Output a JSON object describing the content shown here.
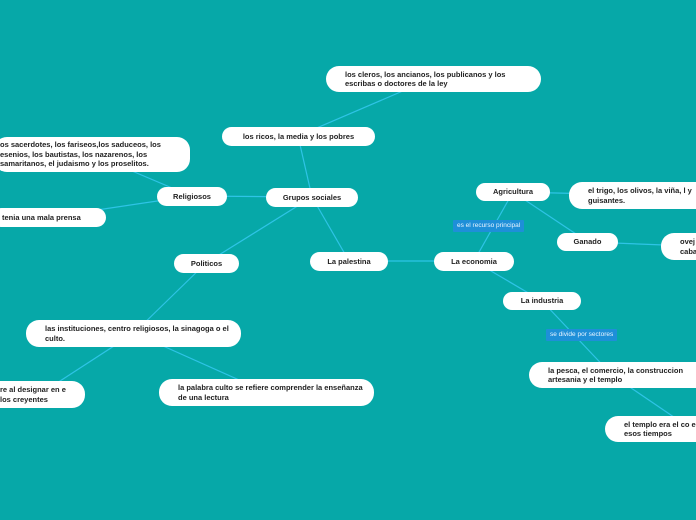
{
  "nodes": {
    "grupos_sociales": "Grupos sociales",
    "los_ricos": "los ricos, la media y los pobres",
    "los_cleros": "los cleros, los ancianos, los publicanos y los escribas o doctores de la ley",
    "religiosos": "Religiosos",
    "sacerdotes": "os sacerdotes, los fariseos,los saduceos, los esenios, los bautistas, los nazarenos, los samaritanos, el judaismo y los proselitos.",
    "mala_prensa": "tenia una mala prensa",
    "politicos": "Politicos",
    "instituciones": "las instituciones, centro religiosos, la sinagoga o el culto.",
    "designar": "re al designar en e los creyentes",
    "palabra_culto": "la palabra culto se refiere comprender la enseñanza de una lectura",
    "la_palestina": "La palestina",
    "la_economia": "La economia",
    "agricultura": "Agricultura",
    "trigo": "el trigo, los olivos, la viña, l y guisantes.",
    "ganado": "Ganado",
    "ovejas": "ovej caba",
    "la_industria": "La industria",
    "pesca": "la pesca, el comercio, la construccion artesania y el templo",
    "templo": "el templo era el co en esos tiempos"
  },
  "tags": {
    "recurso_principal": "es el recurso principal",
    "divide_sectores": "se divide por sectores"
  },
  "colors": {
    "background": "#06a8a8",
    "node": "#ffffff",
    "connector": "#2ec4e6",
    "tag": "#1e8fd8"
  }
}
